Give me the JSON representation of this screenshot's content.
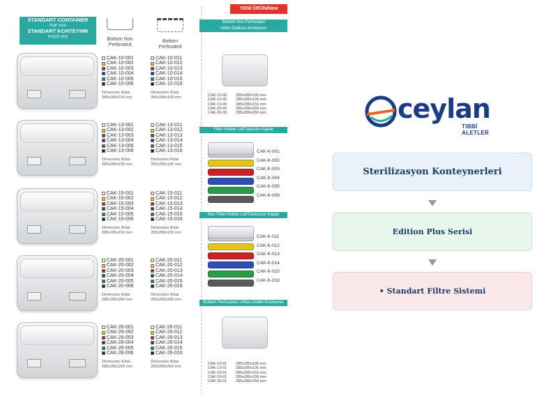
{
  "catalog": {
    "header": {
      "line1": "STANDART CONTAINER",
      "line2": "Half Size",
      "line3": "STANDART KONTEYNIR",
      "line4": "Küçük Boy"
    },
    "col_left_label": "Bottom Non Perforated",
    "col_right_label": "Bottom Perforated",
    "dimension_label": "Dimension /Ebat",
    "swatches": [
      "#ffffff",
      "#e8d21a",
      "#c8212b",
      "#1f3f9c",
      "#1f8a3b",
      "#222222"
    ],
    "rows": [
      {
        "left": [
          "CAK-10-001",
          "CAK-10-002",
          "CAK-10-003",
          "CAK-10-004",
          "CAK-10-005",
          "CAK-10-006"
        ],
        "right": [
          "CAK-10-011",
          "CAK-10-012",
          "CAK-10-013",
          "CAK-10-014",
          "CAK-10-015",
          "CAK-10-016"
        ],
        "dim": "285x280x100 mm"
      },
      {
        "left": [
          "CAK-13-001",
          "CAK-13-002",
          "CAK-13-003",
          "CAK-13-004",
          "CAK-13-005",
          "CAK-13-006"
        ],
        "right": [
          "CAK-13-011",
          "CAK-13-012",
          "CAK-13-013",
          "CAK-13-014",
          "CAK-13-015",
          "CAK-13-016"
        ],
        "dim": "285x280x135 mm"
      },
      {
        "left": [
          "CAK-15-001",
          "CAK-15-002",
          "CAK-15-003",
          "CAK-15-004",
          "CAK-15-005",
          "CAK-15-006"
        ],
        "right": [
          "CAK-15-011",
          "CAK-15-012",
          "CAK-15-013",
          "CAK-15-014",
          "CAK-15-015",
          "CAK-15-016"
        ],
        "dim": "285x280x150 mm"
      },
      {
        "left": [
          "CAK-20-001",
          "CAK-20-002",
          "CAK-20-003",
          "CAK-20-004",
          "CAK-20-005",
          "CAK-20-006"
        ],
        "right": [
          "CAK-20-011",
          "CAK-20-012",
          "CAK-20-013",
          "CAK-20-014",
          "CAK-20-015",
          "CAK-20-016"
        ],
        "dim": "285x280x200 mm"
      },
      {
        "left": [
          "CAK-26-001",
          "CAK-26-002",
          "CAK-26-003",
          "CAK-26-004",
          "CAK-26-005",
          "CAK-26-006"
        ],
        "right": [
          "CAK-26-011",
          "CAK-26-012",
          "CAK-26-013",
          "CAK-26-014",
          "CAK-26-015",
          "CAK-26-016"
        ],
        "dim": "285x280x260 mm"
      }
    ],
    "side": {
      "new_badge": "YENİ ÜRÜN/New",
      "bottom_non_perf": "Bottom Non Perforated",
      "bottom_non_perf_tr": "Alttan Deliksiz Konteyner",
      "table1": [
        [
          "CAK-10-00",
          "285x280x100 mm"
        ],
        [
          "CAK-13-00",
          "285x280x135 mm"
        ],
        [
          "CAK-15-00",
          "285x280x150 mm"
        ],
        [
          "CAK-20-00",
          "285x280x200 mm"
        ],
        [
          "CAK-26-00",
          "285x280x260 mm"
        ]
      ],
      "filter_holder": "Filter Holder Lid/Tutuculu Kapak",
      "lids1": [
        "CAK-K-001",
        "CAK-K-002",
        "CAK-K-003",
        "CAK-K-004",
        "CAK-K-005",
        "CAK-K-006"
      ],
      "non_filter": "Non Filter Holder Lid/Tutucusuz Kapak",
      "lids2": [
        "CAK-K-011",
        "CAK-K-012",
        "CAK-K-013",
        "CAK-K-014",
        "CAK-K-015",
        "CAK-K-016"
      ],
      "bottom_perf": "Bottom Perforated / Alttan Delikli Konteyner",
      "table2": [
        [
          "CAK-10-01",
          "285x280x100 mm"
        ],
        [
          "CAK-13-01",
          "285x280x135 mm"
        ],
        [
          "CAK-15-01",
          "285x280x150 mm"
        ],
        [
          "CAK-20-01",
          "285x280x200 mm"
        ],
        [
          "CAK-26-01",
          "285x280x260 mm"
        ]
      ],
      "lid_colors": [
        "#c9ccd0",
        "#e3c51f",
        "#c8212b",
        "#2f4fb5",
        "#2c9a46",
        "#5a5a5a"
      ]
    }
  },
  "brand": {
    "name": "ceylan",
    "subtitle": "TIBBİ ALETLER",
    "colors": {
      "blue": "#1a3c88",
      "orange": "#e8661c",
      "teal": "#2aa9a0"
    }
  },
  "flow": {
    "step1": "Sterilizasyon Konteynerleri",
    "step2": "Edition Plus Serisi",
    "step3": "• Standart Filtre Sistemi",
    "colors": {
      "step1_bg": "#e9f2fb",
      "step2_bg": "#e8f6ec",
      "step3_bg": "#fbe9ea"
    }
  }
}
